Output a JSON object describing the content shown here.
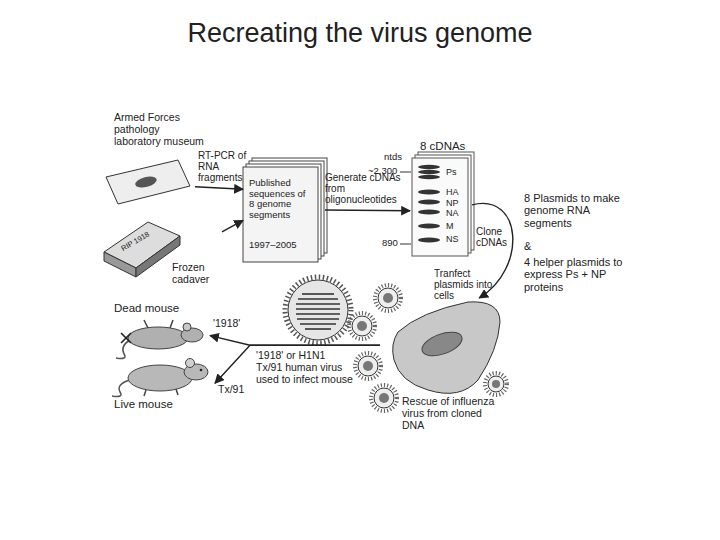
{
  "diagram": {
    "title": "Recreating the virus genome",
    "nodes": [
      {
        "text": [
          "Armed Forces pathology laboratory museum"
        ]
      },
      {
        "text": [
          "RIP 1918",
          "Frozen cadaver"
        ]
      },
      {
        "text": [
          "Published sequences of 8 genome segments",
          "1997–2005"
        ]
      },
      {
        "text": [
          "8 cDNAs"
        ]
      },
      {
        "text": [
          "Rescue of influenza virus from cloned DNA"
        ]
      },
      {
        "text": [
          "Dead mouse"
        ]
      },
      {
        "text": [
          "Live mouse"
        ]
      }
    ],
    "edges": [
      {
        "from": 0,
        "to": 2,
        "arrow": "to",
        "label": "RT-PCR of RNA fragments"
      },
      {
        "from": 1,
        "to": 2,
        "arrow": "to"
      },
      {
        "from": 2,
        "to": 3,
        "arrow": "to",
        "label": "Generate cDNAs from oligonucleotides"
      },
      {
        "from": 3,
        "to": 4,
        "arrow": "to",
        "label": "Clone cDNAs"
      },
      {
        "from": 4,
        "to": 5,
        "arrow": "to",
        "label": "'1918'"
      },
      {
        "from": 4,
        "to": 6,
        "arrow": "to",
        "label": "Tx/91"
      }
    ],
    "labels": [
      "ntds",
      "~2,300",
      "890",
      "Ps",
      "HA",
      "NP",
      "NA",
      "M",
      "NS",
      "8 Plasmids to make genome RNA segments",
      "&",
      "4 helper plasmids to express Ps + NP proteins",
      "Tranfect plasmids into cells",
      "'1918' or H1N1 Tx/91 human virus used to infect mouse"
    ]
  }
}
